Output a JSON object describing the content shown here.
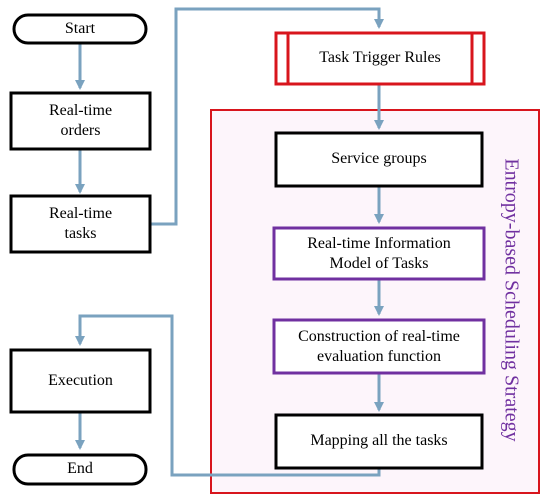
{
  "colors": {
    "box_border": "#000000",
    "trigger_border": "#d8151d",
    "purple_border": "#7030a0",
    "arrow": "#7aa2bf",
    "frame": "#d8151d",
    "frame_fill": "#fdf5fb",
    "strategy_text": "#7030a0"
  },
  "nodes": {
    "start": "Start",
    "orders_line1": "Real-time",
    "orders_line2": "orders",
    "tasks_line1": "Real-time",
    "tasks_line2": "tasks",
    "execution": "Execution",
    "end": "End",
    "trigger": "Task Trigger Rules",
    "service_groups": "Service groups",
    "info_model_line1": "Real-time Information",
    "info_model_line2": "Model of Tasks",
    "evaluation_line1": "Construction of real-time",
    "evaluation_line2": "evaluation function",
    "mapping": "Mapping all the tasks"
  },
  "strategy_label": "Entropy-based Scheduling Strategy"
}
